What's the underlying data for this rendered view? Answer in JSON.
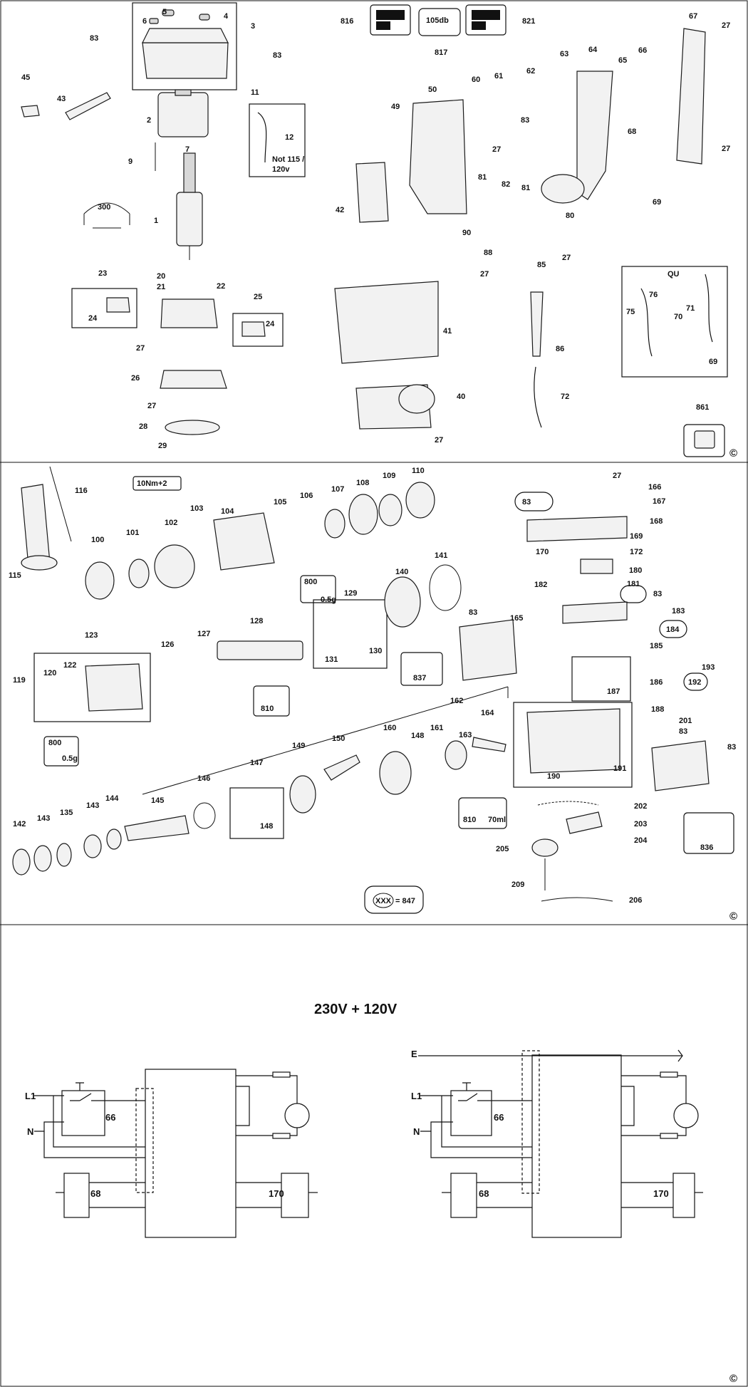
{
  "copyright_symbol": "©",
  "section1": {
    "labels": [
      "5",
      "4",
      "6",
      "3",
      "83",
      "83",
      "45",
      "43",
      "11",
      "2",
      "12",
      "9",
      "7",
      "300",
      "1",
      "20",
      "21",
      "22",
      "23",
      "25",
      "24",
      "24",
      "27",
      "26",
      "27",
      "28",
      "29",
      "816",
      "817",
      "821",
      "105db",
      "67",
      "27",
      "27",
      "49",
      "50",
      "60",
      "61",
      "62",
      "63",
      "64",
      "65",
      "66",
      "83",
      "27",
      "68",
      "42",
      "81",
      "82",
      "81",
      "80",
      "69",
      "90",
      "88",
      "27",
      "85",
      "27",
      "41",
      "86",
      "40",
      "72",
      "27",
      "861",
      "QU",
      "76",
      "75",
      "70",
      "71",
      "69"
    ],
    "note_12": [
      "Not 115 /",
      "120v"
    ]
  },
  "section2": {
    "labels": [
      "116",
      "10Nm+2",
      "103",
      "104",
      "105",
      "106",
      "107",
      "108",
      "109",
      "110",
      "27",
      "166",
      "167",
      "83",
      "168",
      "115",
      "100",
      "101",
      "102",
      "129",
      "140",
      "141",
      "169",
      "170",
      "172",
      "180",
      "182",
      "181",
      "83",
      "800",
      "0.5g",
      "83",
      "165",
      "183",
      "184",
      "185",
      "123",
      "126",
      "127",
      "128",
      "131",
      "130",
      "837",
      "186",
      "187",
      "192",
      "193",
      "119",
      "120",
      "122",
      "810",
      "162",
      "164",
      "188",
      "83",
      "201",
      "83",
      "800",
      "0.5g",
      "149",
      "150",
      "160",
      "148",
      "161",
      "163",
      "147",
      "146",
      "191",
      "190",
      "142",
      "143",
      "135",
      "143",
      "144",
      "145",
      "148",
      "810",
      "70ml",
      "202",
      "203",
      "204",
      "205",
      "836",
      "209",
      "206",
      "XXX",
      "= 847"
    ]
  },
  "section3": {
    "title": "230V + 120V",
    "left": {
      "L1": "L1",
      "N": "N",
      "switch_top": "66",
      "switch_bottom": "68",
      "right_switch": "170"
    },
    "right": {
      "E": "E",
      "L1": "L1",
      "N": "N",
      "switch_top": "66",
      "switch_bottom": "68",
      "right_switch": "170"
    }
  }
}
